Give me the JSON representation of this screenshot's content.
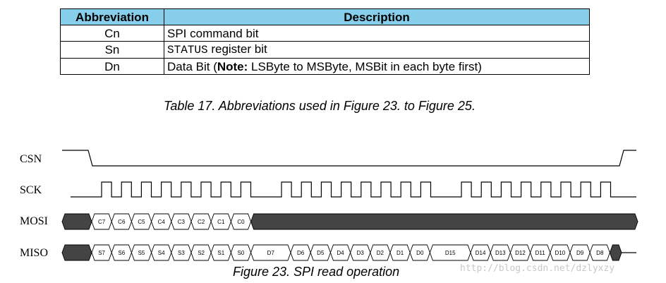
{
  "table": {
    "headers": [
      "Abbreviation",
      "Description"
    ],
    "rows": [
      {
        "abbr": "Cn",
        "desc": "SPI command bit"
      },
      {
        "abbr": "Sn",
        "desc_code": "STATUS",
        "desc_rest": " register bit"
      },
      {
        "abbr": "Dn",
        "desc_pre": "Data Bit (",
        "desc_bold": "Note:",
        "desc_post": " LSByte to MSByte, MSBit in each byte first)"
      }
    ]
  },
  "table_caption": "Table 17. Abbreviations used in Figure 23. to Figure 25.",
  "figure": {
    "caption": "Figure 23. SPI read operation",
    "signals": [
      "CSN",
      "SCK",
      "MOSI",
      "MISO"
    ],
    "mosi_bits": [
      "C7",
      "C6",
      "C5",
      "C4",
      "C3",
      "C2",
      "C1",
      "C0"
    ],
    "miso_bits": [
      "S7",
      "S6",
      "S5",
      "S4",
      "S3",
      "S2",
      "S1",
      "S0",
      "D7",
      "D6",
      "D5",
      "D4",
      "D3",
      "D2",
      "D1",
      "D0",
      "D15",
      "D14",
      "D13",
      "D12",
      "D11",
      "D10",
      "D9",
      "D8"
    ],
    "sck_pulses": 24
  },
  "watermark": "http://blog.csdn.net/dzlyxzy",
  "colors": {
    "header_bg": "#87ceeb",
    "bus_fill": "#444444"
  }
}
